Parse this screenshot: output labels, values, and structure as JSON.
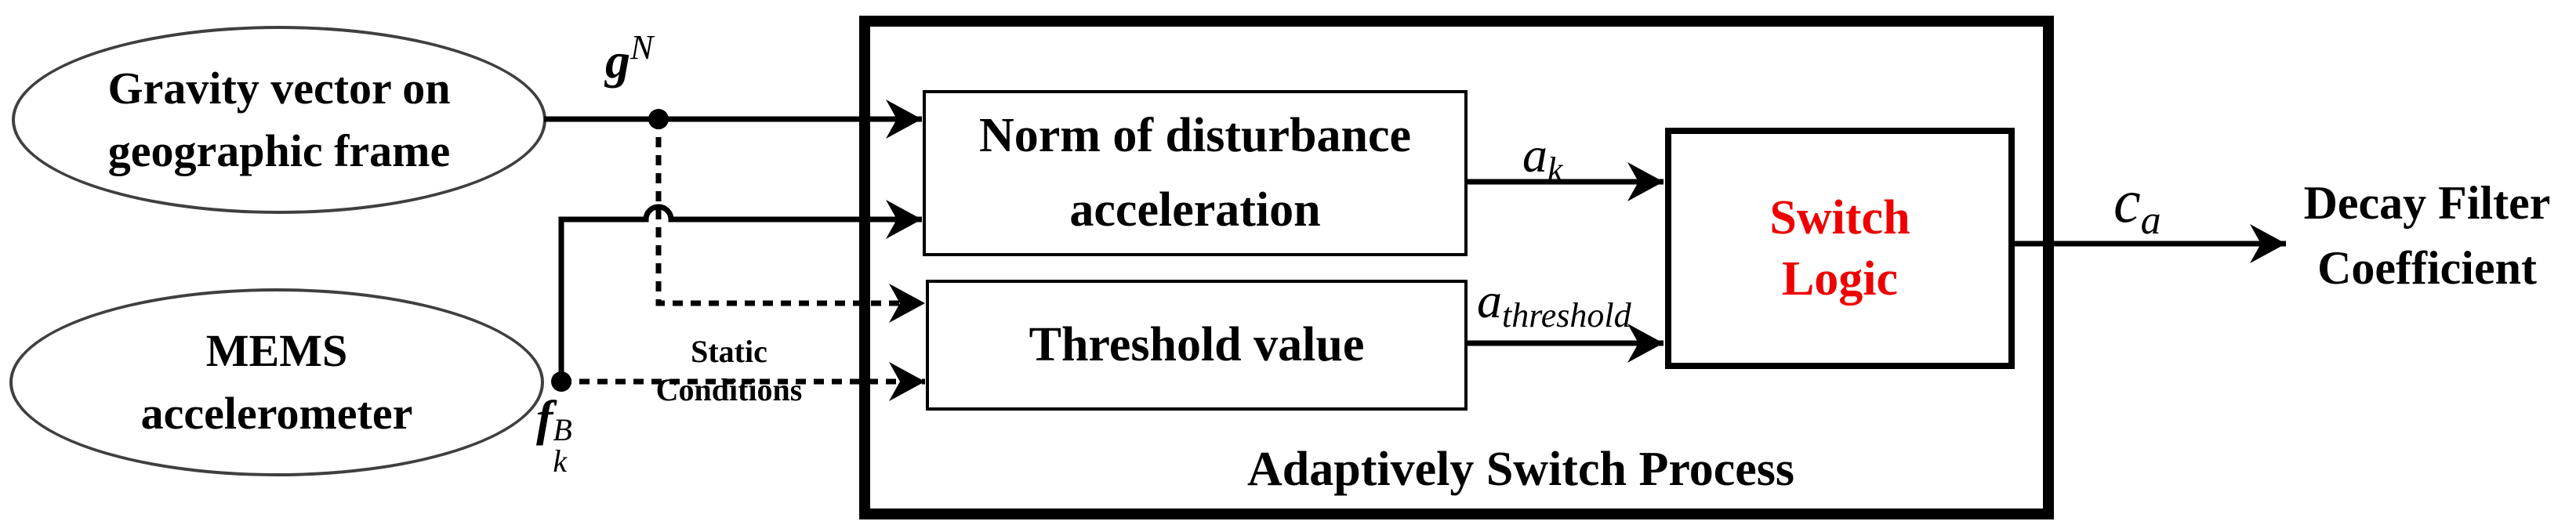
{
  "diagram": {
    "sources": {
      "gravity": {
        "label": "Gravity vector on geographic frame",
        "lines": [
          "Gravity vector on",
          "geographic frame"
        ]
      },
      "mems": {
        "label": "MEMS accelerometer",
        "lines": [
          "MEMS",
          "accelerometer"
        ]
      }
    },
    "process": {
      "title": "Adaptively Switch Process",
      "blocks": {
        "norm": {
          "label": "Norm of disturbance acceleration"
        },
        "threshold": {
          "label": "Threshold value"
        },
        "switch_logic": {
          "label": "Switch Logic",
          "lines": [
            "Switch",
            "Logic"
          ],
          "text_color": "#ee0000"
        }
      }
    },
    "signals": {
      "g": {
        "base": "g",
        "sup": "N"
      },
      "f": {
        "base": "f",
        "sub": "k",
        "sup": "B"
      },
      "a_k": {
        "base": "a",
        "sub": "k"
      },
      "a_threshold": {
        "base": "a",
        "sub": "threshold"
      },
      "c_a": {
        "base": "c",
        "sub": "a"
      }
    },
    "annotations": {
      "static_conditions": {
        "label": "Static Conditions",
        "lines": [
          "Static",
          "Conditions"
        ]
      }
    },
    "output": {
      "label": "Decay Filter Coefficient",
      "lines": [
        "Decay Filter",
        "Coefficient"
      ]
    },
    "colors": {
      "ink": "#000000",
      "ellipse_stroke": "#3f3f3f",
      "accent_red": "#ee0000",
      "background": "#ffffff"
    }
  }
}
